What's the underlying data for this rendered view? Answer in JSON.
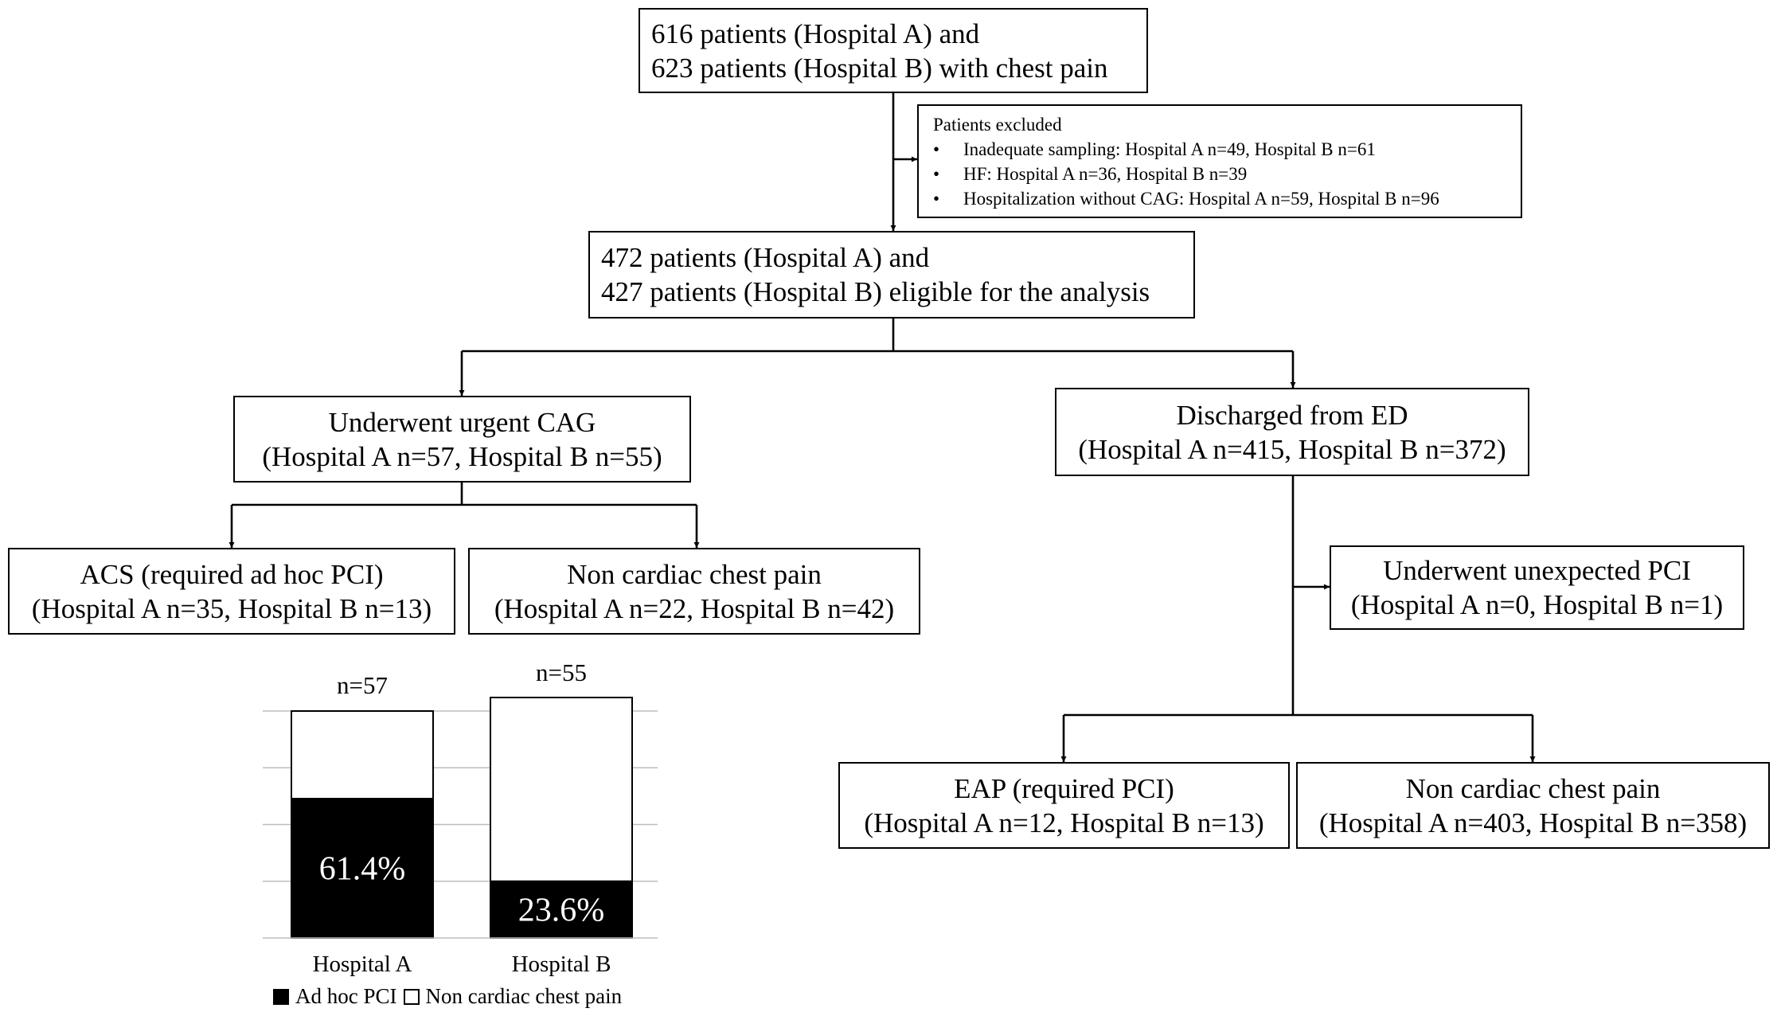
{
  "boxes": {
    "initial": {
      "line1": "616 patients (Hospital A) and",
      "line2": "623 patients (Hospital B) with chest pain"
    },
    "excluded": {
      "title": "Patients excluded",
      "items": [
        "Inadequate sampling: Hospital A n=49, Hospital B n=61",
        "HF: Hospital A n=36, Hospital B n=39",
        "Hospitalization without CAG: Hospital A n=59, Hospital B n=96"
      ]
    },
    "eligible": {
      "line1": "472 patients (Hospital A) and",
      "line2": "427 patients (Hospital B) eligible for the analysis"
    },
    "urgent_cag": {
      "line1": "Underwent urgent CAG",
      "line2": "(Hospital A n=57, Hospital B n=55)"
    },
    "discharged": {
      "line1": "Discharged from ED",
      "line2": "(Hospital A n=415, Hospital B n=372)"
    },
    "acs": {
      "line1": "ACS (required ad hoc PCI)",
      "line2": "(Hospital A n=35, Hospital B n=13)"
    },
    "ncp_left": {
      "line1": "Non cardiac chest pain",
      "line2": "(Hospital A n=22, Hospital B n=42)"
    },
    "unexpected_pci": {
      "line1": "Underwent unexpected PCI",
      "line2": "(Hospital A n=0, Hospital B n=1)"
    },
    "eap": {
      "line1": "EAP (required PCI)",
      "line2": "(Hospital A n=12, Hospital B n=13)"
    },
    "ncp_right": {
      "line1": "Non cardiac chest pain",
      "line2": "(Hospital A n=403, Hospital B n=358)"
    }
  },
  "chart_data": {
    "type": "bar",
    "stacked": true,
    "normalized": true,
    "categories": [
      "Hospital A",
      "Hospital B"
    ],
    "totals": [
      "n=57",
      "n=55"
    ],
    "series": [
      {
        "name": "Ad hoc PCI",
        "values": [
          61.4,
          23.6
        ],
        "labels": [
          "61.4%",
          "23.6%"
        ],
        "color": "#000000"
      },
      {
        "name": "Non cardiac chest pain",
        "values": [
          38.6,
          76.4
        ],
        "color": "#ffffff"
      }
    ],
    "ylim": [
      0,
      100
    ],
    "grid": true,
    "legend_position": "bottom"
  }
}
